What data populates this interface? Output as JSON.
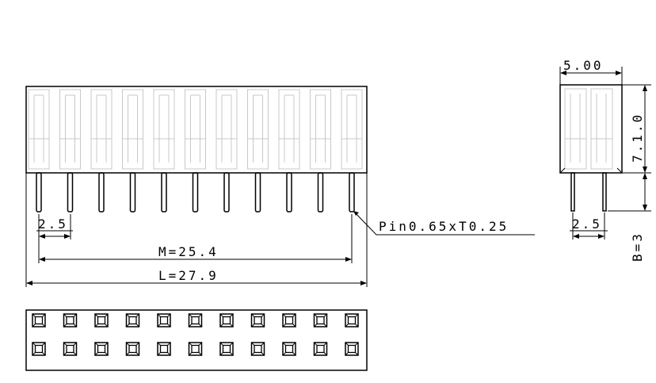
{
  "dims": {
    "pitch_left": "2.5",
    "m_span": "M=25.4",
    "l_span": "L=27.9",
    "pin_note": "Pin0.65xT0.25",
    "side_width": "5.00",
    "side_height": "7.1.0",
    "pitch_right": "2.5",
    "pin_length": "B=3"
  },
  "pins_per_row": 11,
  "colors": {
    "line": "#000000",
    "hidden": "#c8c8c8"
  }
}
